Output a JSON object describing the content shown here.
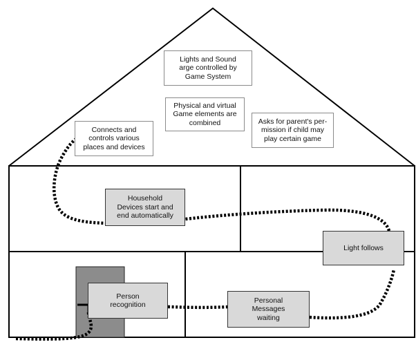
{
  "notes": {
    "lights_sound": "Lights and Sound\narge controlled by\nGame System",
    "physical_virtual": "Physical and virtual\nGame elements are\ncombined",
    "parent_permission": "Asks for parent's per-\nmission if child may\nplay certain game",
    "connects": "Connects and\ncontrols various\nplaces and devices"
  },
  "stations": {
    "household": "Household\nDevices start and\nend automatically",
    "light_follows": "Light follows",
    "person_recognition": "Person\nrecognition",
    "personal_messages": "Personal\nMessages\nwaiting"
  }
}
